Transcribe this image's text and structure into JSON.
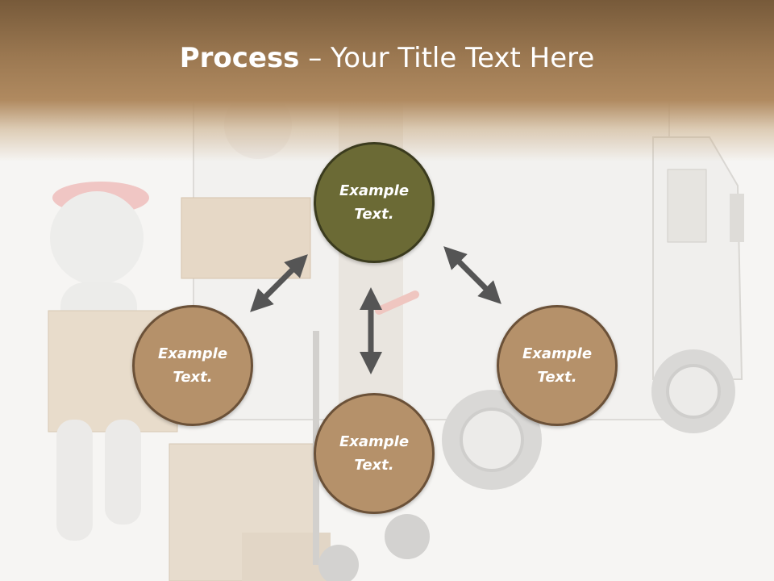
{
  "title": {
    "bold": "Process",
    "rest": " – Your Title Text Here"
  },
  "nodes": {
    "top": "Example Text.",
    "left": "Example Text.",
    "right": "Example Text.",
    "bottom": "Example Text."
  },
  "colors": {
    "center_fill": "#6b6a35",
    "node_fill": "#b5916a",
    "node_border": "#6b5138",
    "arrow": "#555555",
    "title_band": "#8b6a45"
  }
}
